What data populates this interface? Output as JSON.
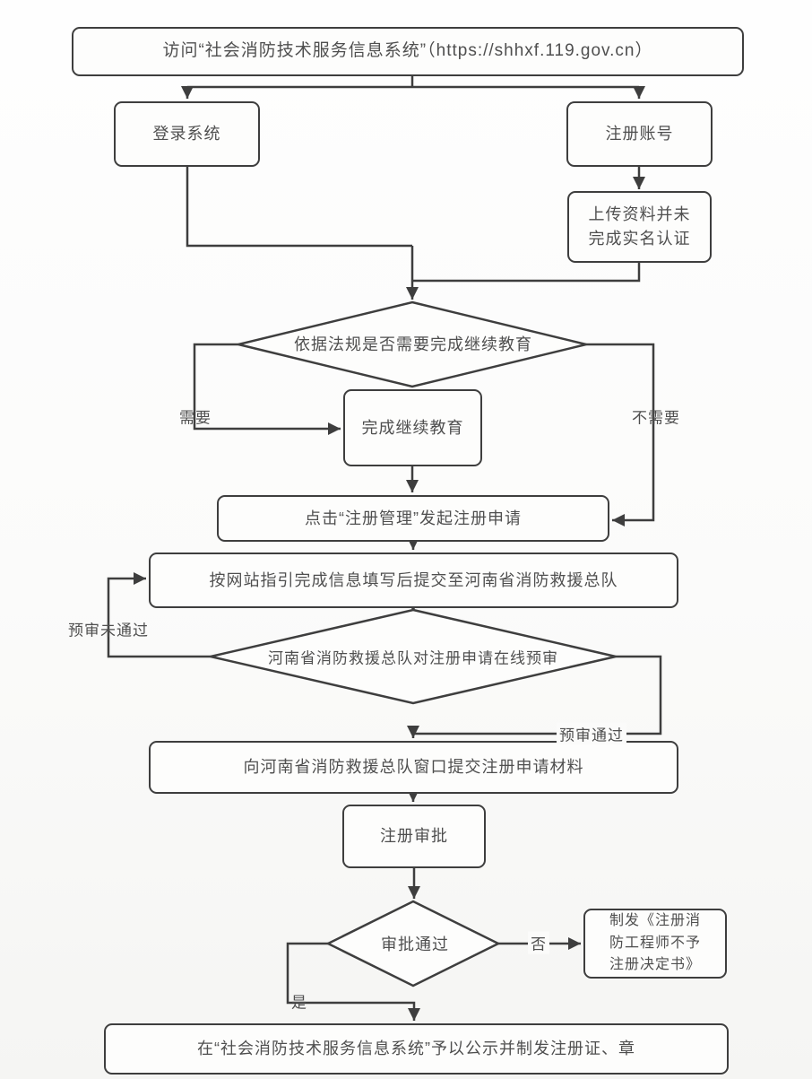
{
  "flowchart": {
    "nodes": {
      "visit": "访问“社会消防技术服务信息系统”（https://shhxf.119.gov.cn）",
      "login": "登录系统",
      "register": "注册账号",
      "upload": "上传资料并未完成实名认证",
      "decision_education": "依据法规是否需要完成继续教育",
      "complete_education": "完成继续教育",
      "start_registration": "点击“注册管理”发起注册申请",
      "fill_info": "按网站指引完成信息填写后提交至河南省消防救援总队",
      "decision_preview": "河南省消防救援总队对注册申请在线预审",
      "submit_window": "向河南省消防救援总队窗口提交注册申请材料",
      "approval": "注册审批",
      "decision_approved": "审批通过",
      "deny": "制发《注册消防工程师不予注册决定书》",
      "publish": "在“社会消防技术服务信息系统”予以公示并制发注册证、章"
    },
    "edge_labels": {
      "need": "需要",
      "no_need": "不需要",
      "preview_failed": "预审未通过",
      "preview_passed": "预审通过",
      "no": "否",
      "yes": "是"
    },
    "colors": {
      "line": "#3e3e3e",
      "text": "#4f4f4f",
      "background": "#fbfbfa"
    }
  }
}
